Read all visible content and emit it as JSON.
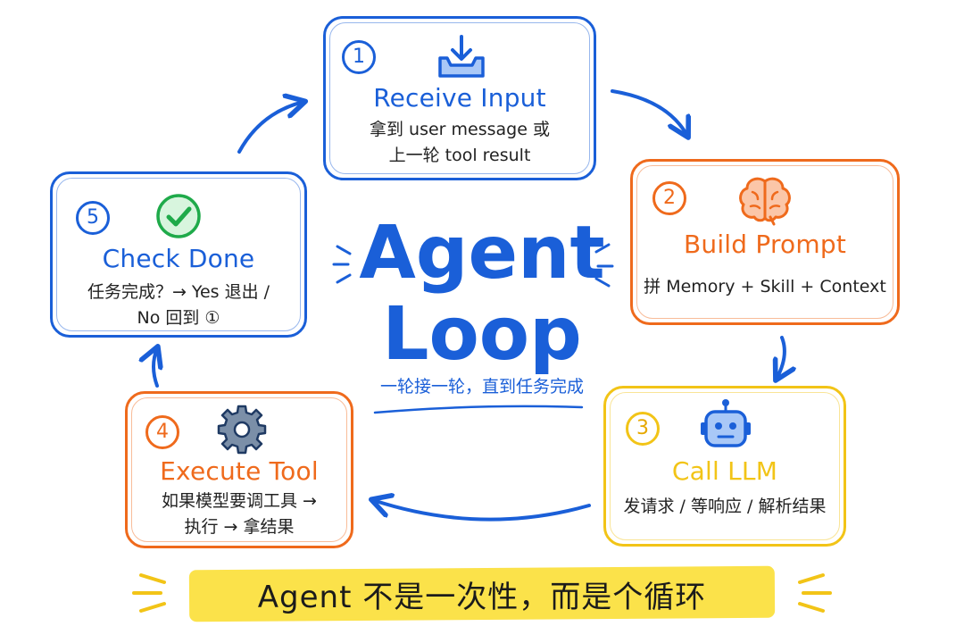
{
  "diagram": {
    "center_title": [
      "Agent",
      "Loop"
    ],
    "center_subtitle": "一轮接一轮，直到任务完成",
    "banner": "Agent 不是一次性，而是个循环",
    "steps": [
      {
        "number": "1",
        "title": "Receive Input",
        "lines": [
          "拿到 user message 或",
          "上一轮 tool result"
        ],
        "icon": "inbox-download-icon",
        "color": "#1a5fd8"
      },
      {
        "number": "2",
        "title": "Build Prompt",
        "lines": [
          "拼 Memory + Skill + Context"
        ],
        "icon": "brain-icon",
        "color": "#ef6a1c"
      },
      {
        "number": "3",
        "title": "Call LLM",
        "lines": [
          "发请求 / 等响应 / 解析结果"
        ],
        "icon": "robot-icon",
        "color": "#f2c417"
      },
      {
        "number": "4",
        "title": "Execute Tool",
        "lines": [
          "如果模型要调工具 →",
          "执行 → 拿结果"
        ],
        "icon": "gear-icon",
        "color": "#ef6a1c"
      },
      {
        "number": "5",
        "title": "Check Done",
        "lines": [
          "任务完成？→ Yes 退出 /",
          "No 回到 ①"
        ],
        "icon": "check-circle-icon",
        "color": "#1a5fd8"
      }
    ]
  }
}
